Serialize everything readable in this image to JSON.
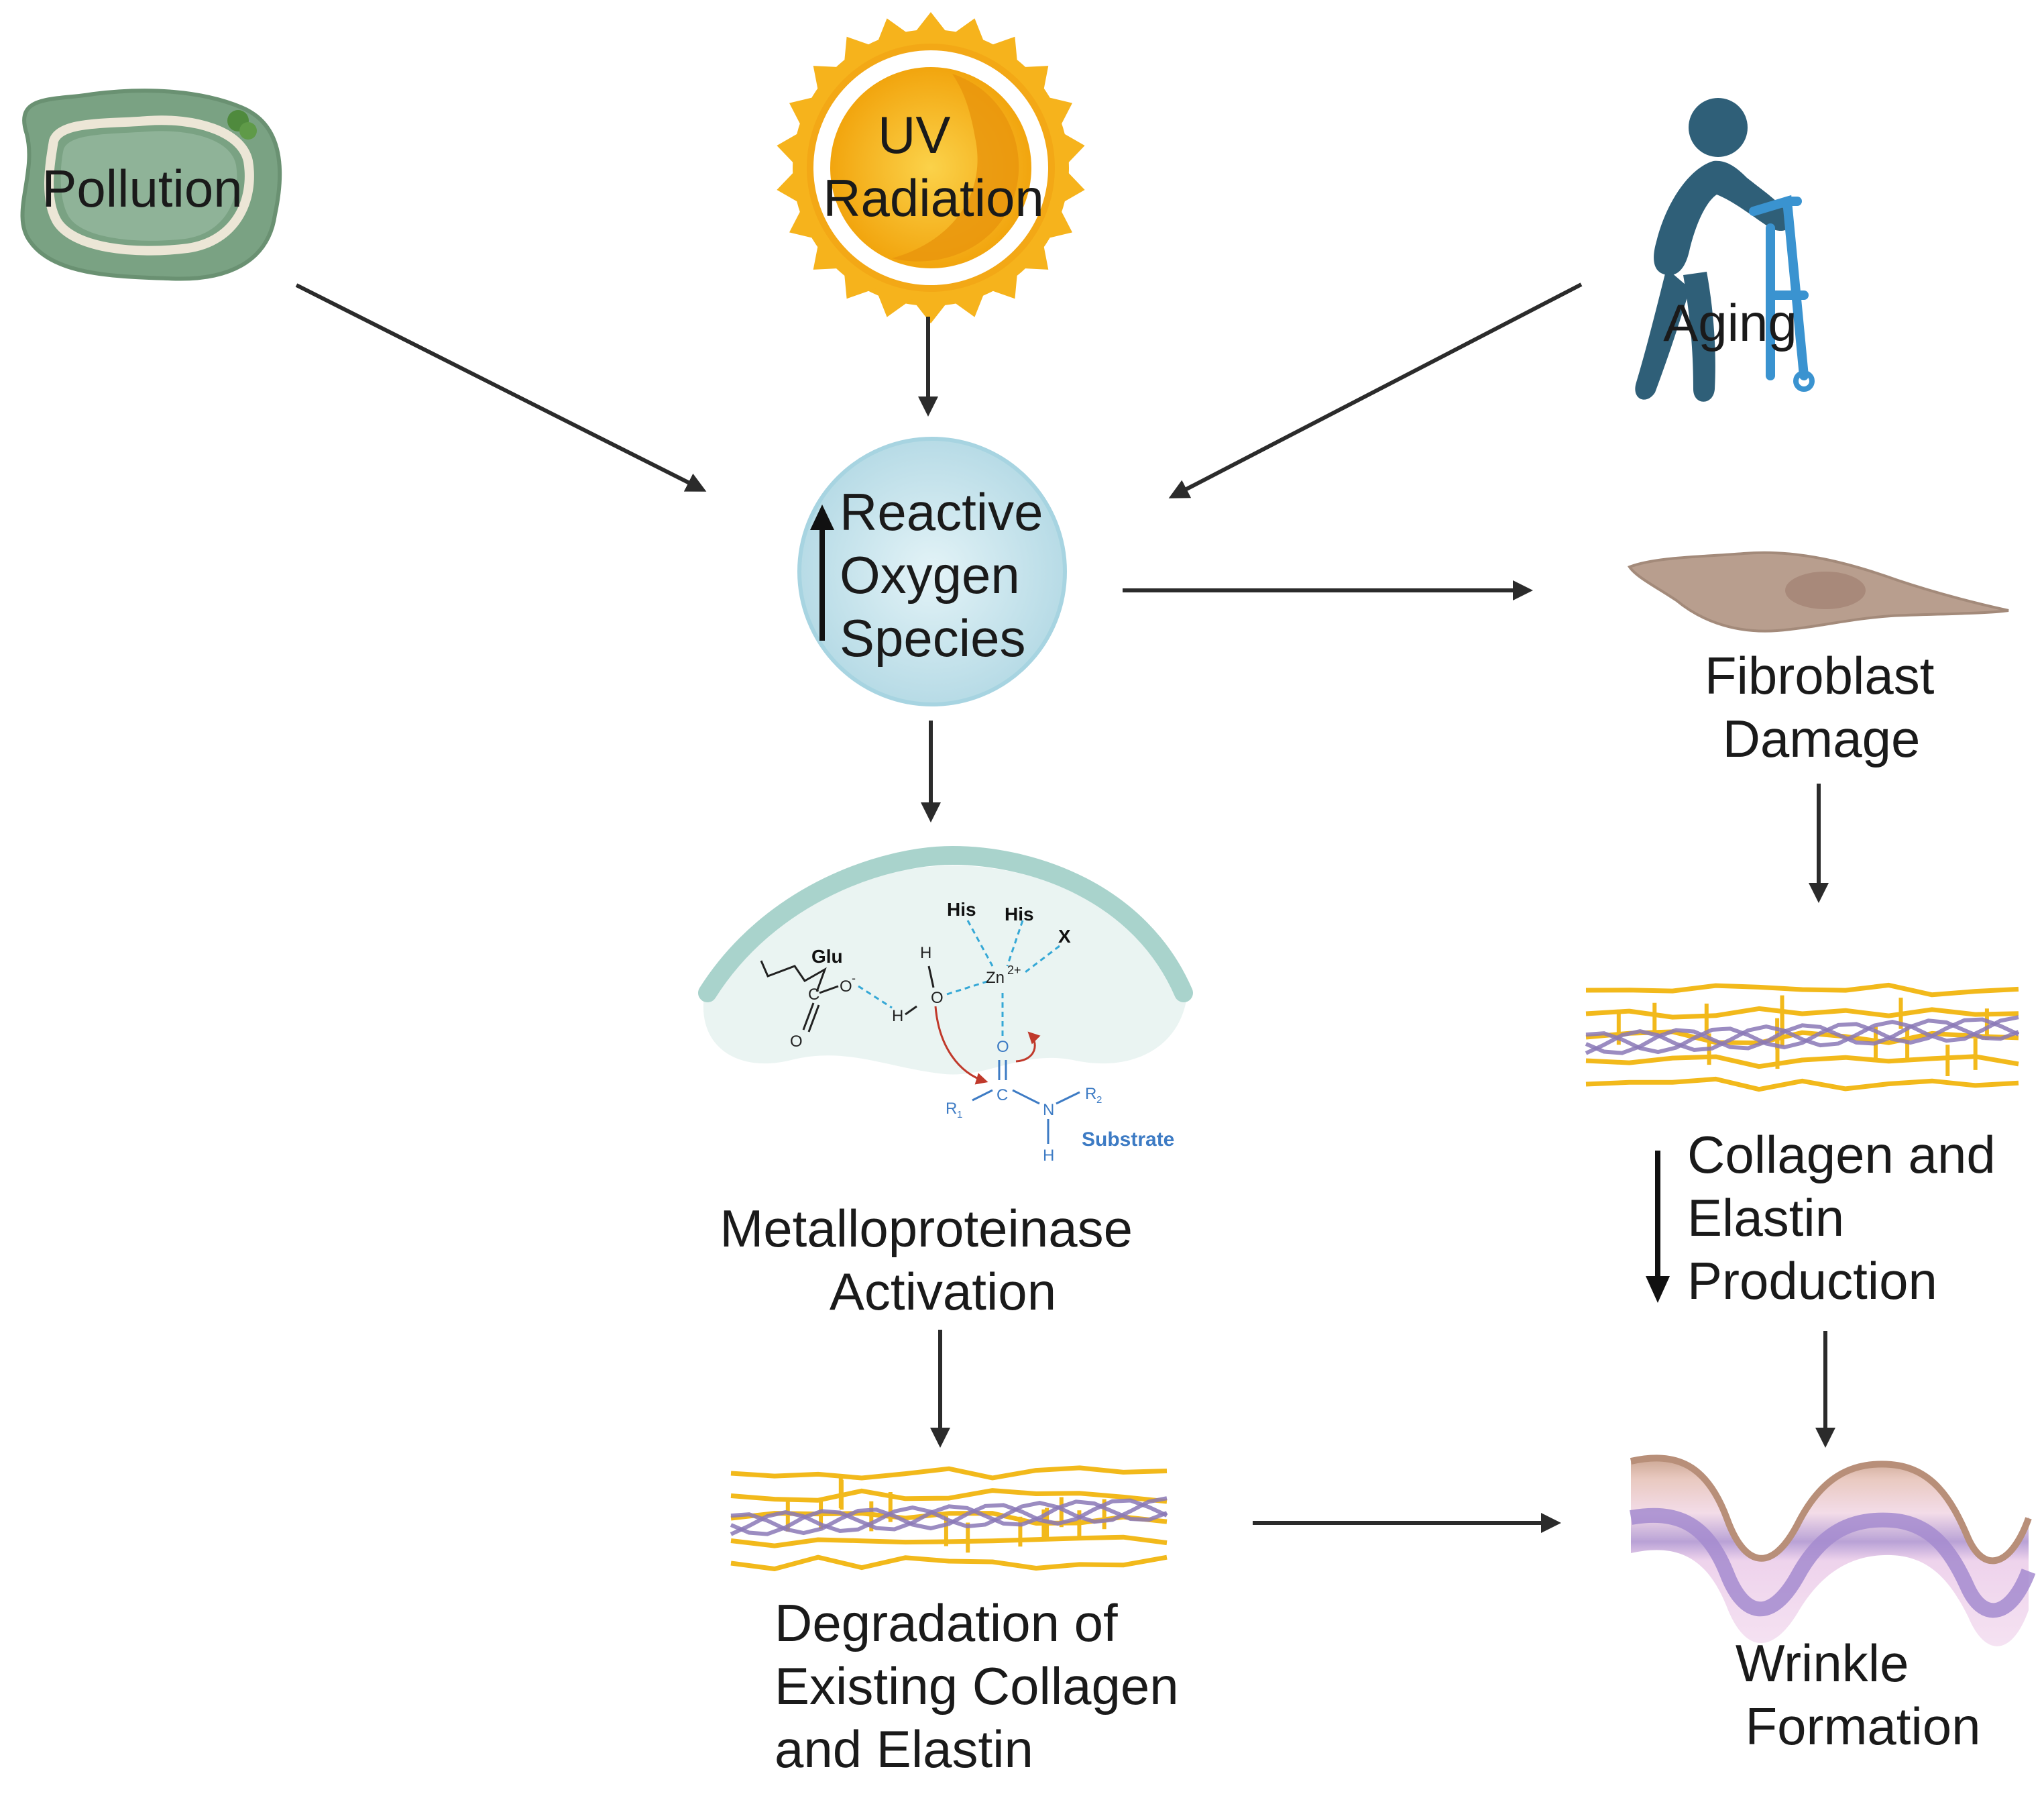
{
  "nodes": {
    "pollution": "Pollution",
    "uv": [
      "UV",
      "Radiation"
    ],
    "aging": "Aging",
    "ros": [
      "Reactive",
      "Oxygen",
      "Species"
    ],
    "fibroblast": [
      "Fibroblast",
      "Damage"
    ],
    "mmp": [
      "Metalloproteinase",
      "Activation"
    ],
    "production": [
      "Collagen and",
      "Elastin",
      "Production"
    ],
    "degradation": [
      "Degradation of",
      "Existing Collagen",
      "and Elastin"
    ],
    "wrinkle": [
      "Wrinkle",
      "Formation"
    ]
  },
  "mmp_chem": {
    "glu": "Glu",
    "his1": "His",
    "his2": "His",
    "x": "X",
    "zn": "Zn",
    "zn_charge": "2+",
    "h_top": "H",
    "o_water": "O",
    "h_water": "H",
    "c_glu": "C",
    "o_minus": "O",
    "minus": "-",
    "o_glu": "O",
    "o_sub": "O",
    "c_sub": "C",
    "n_sub": "N",
    "h_sub": "H",
    "r1": "R",
    "r1_sub": "1",
    "r2": "R",
    "r2_sub": "2",
    "substrate": "Substrate"
  },
  "colors": {
    "arrow": "#2b2b2b",
    "pollution_fill": "#7fa587",
    "sun": "#f6b31c",
    "ros_circle": "#cfe8ef",
    "aging_figure": "#2f5f78",
    "walker": "#3a93d0",
    "fibroblast": "#b89e8e",
    "collagen": "#f2b91b",
    "elastin": "#8a78b6",
    "enzyme": "#a9d3cc",
    "skin": "#ead6ea"
  }
}
